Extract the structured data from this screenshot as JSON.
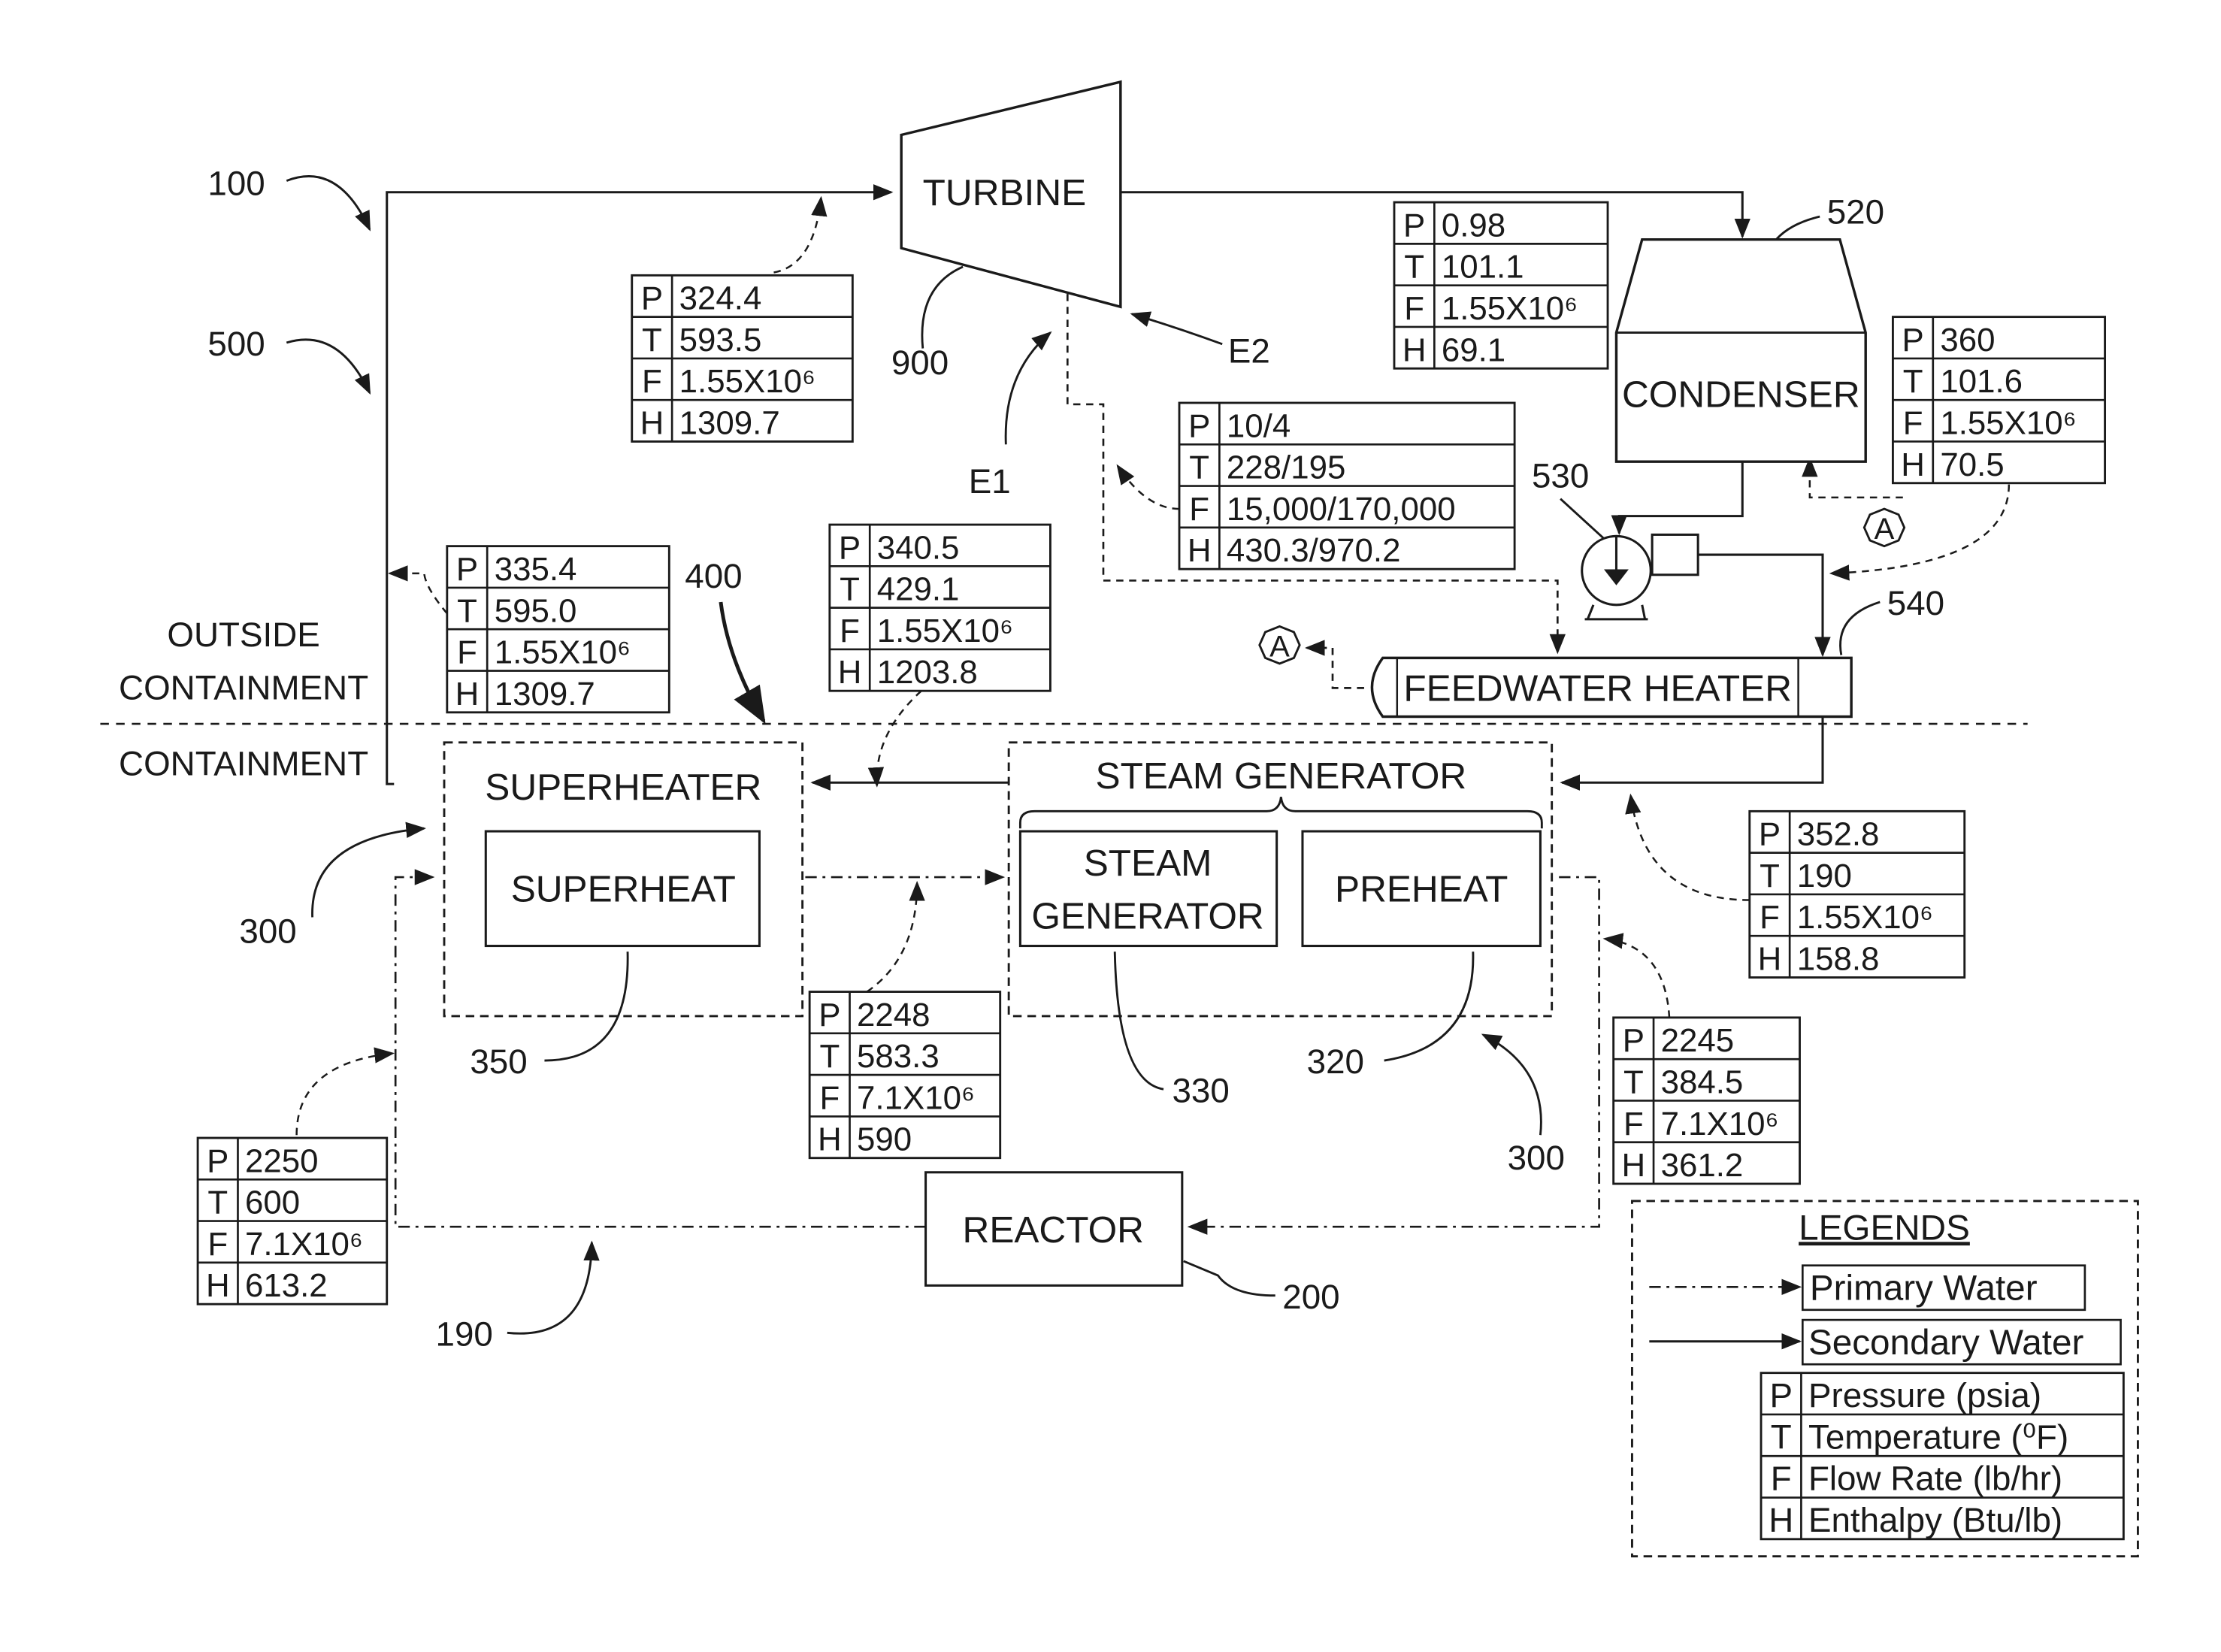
{
  "components": {
    "turbine": "TURBINE",
    "condenser": "CONDENSER",
    "feedwater_heater": "FEEDWATER HEATER",
    "superheater": "SUPERHEATER",
    "superheat": "SUPERHEAT",
    "steam_generator": "STEAM GENERATOR",
    "sg_inner_line1": "STEAM",
    "sg_inner_line2": "GENERATOR",
    "preheat": "PREHEAT",
    "reactor": "REACTOR"
  },
  "regions": {
    "outside_line1": "OUTSIDE",
    "outside_line2": "CONTAINMENT",
    "containment": "CONTAINMENT"
  },
  "refs": {
    "r100": "100",
    "r500": "500",
    "r900": "900",
    "r520": "520",
    "r530": "530",
    "r540": "540",
    "r400": "400",
    "r300a": "300",
    "r300b": "300",
    "r350": "350",
    "r330": "330",
    "r320": "320",
    "r190": "190",
    "r200": "200",
    "e1": "E1",
    "e2": "E2"
  },
  "connector_label": "A",
  "state_tables": [
    {
      "id": "turbine-inlet",
      "rows": [
        [
          "P",
          "324.4"
        ],
        [
          "T",
          "593.5"
        ],
        [
          "F",
          "1.55X10⁶"
        ],
        [
          "H",
          "1309.7"
        ]
      ]
    },
    {
      "id": "turbine-exhaust",
      "rows": [
        [
          "P",
          "0.98"
        ],
        [
          "T",
          "101.1"
        ],
        [
          "F",
          "1.55X10⁶"
        ],
        [
          "H",
          "69.1"
        ]
      ]
    },
    {
      "id": "extraction",
      "rows": [
        [
          "P",
          "10/4"
        ],
        [
          "T",
          "228/195"
        ],
        [
          "F",
          "15,000/170,000"
        ],
        [
          "H",
          "430.3/970.2"
        ]
      ]
    },
    {
      "id": "pump-discharge",
      "rows": [
        [
          "P",
          "360"
        ],
        [
          "T",
          "101.6"
        ],
        [
          "F",
          "1.55X10⁶"
        ],
        [
          "H",
          "70.5"
        ]
      ]
    },
    {
      "id": "superheater-outlet",
      "rows": [
        [
          "P",
          "335.4"
        ],
        [
          "T",
          "595.0"
        ],
        [
          "F",
          "1.55X10⁶"
        ],
        [
          "H",
          "1309.7"
        ]
      ]
    },
    {
      "id": "sg-steam-outlet",
      "rows": [
        [
          "P",
          "340.5"
        ],
        [
          "T",
          "429.1"
        ],
        [
          "F",
          "1.55X10⁶"
        ],
        [
          "H",
          "1203.8"
        ]
      ]
    },
    {
      "id": "feedwater-outlet",
      "rows": [
        [
          "P",
          "352.8"
        ],
        [
          "T",
          "190"
        ],
        [
          "F",
          "1.55X10⁶"
        ],
        [
          "H",
          "158.8"
        ]
      ]
    },
    {
      "id": "superheater-primary-outlet",
      "rows": [
        [
          "P",
          "2248"
        ],
        [
          "T",
          "583.3"
        ],
        [
          "F",
          "7.1X10⁶"
        ],
        [
          "H",
          "590"
        ]
      ]
    },
    {
      "id": "primary-return",
      "rows": [
        [
          "P",
          "2245"
        ],
        [
          "T",
          "384.5"
        ],
        [
          "F",
          "7.1X10⁶"
        ],
        [
          "H",
          "361.2"
        ]
      ]
    },
    {
      "id": "reactor-outlet",
      "rows": [
        [
          "P",
          "2250"
        ],
        [
          "T",
          "600"
        ],
        [
          "F",
          "7.1X10⁶"
        ],
        [
          "H",
          "613.2"
        ]
      ]
    }
  ],
  "legend": {
    "title": "LEGENDS",
    "primary": "Primary Water",
    "secondary": "Secondary Water",
    "rows": [
      [
        "P",
        "Pressure (psia)"
      ],
      [
        "T",
        "Temperature (⁰F)"
      ],
      [
        "F",
        "Flow Rate (lb/hr)"
      ],
      [
        "H",
        "Enthalpy (Btu/lb)"
      ]
    ]
  }
}
